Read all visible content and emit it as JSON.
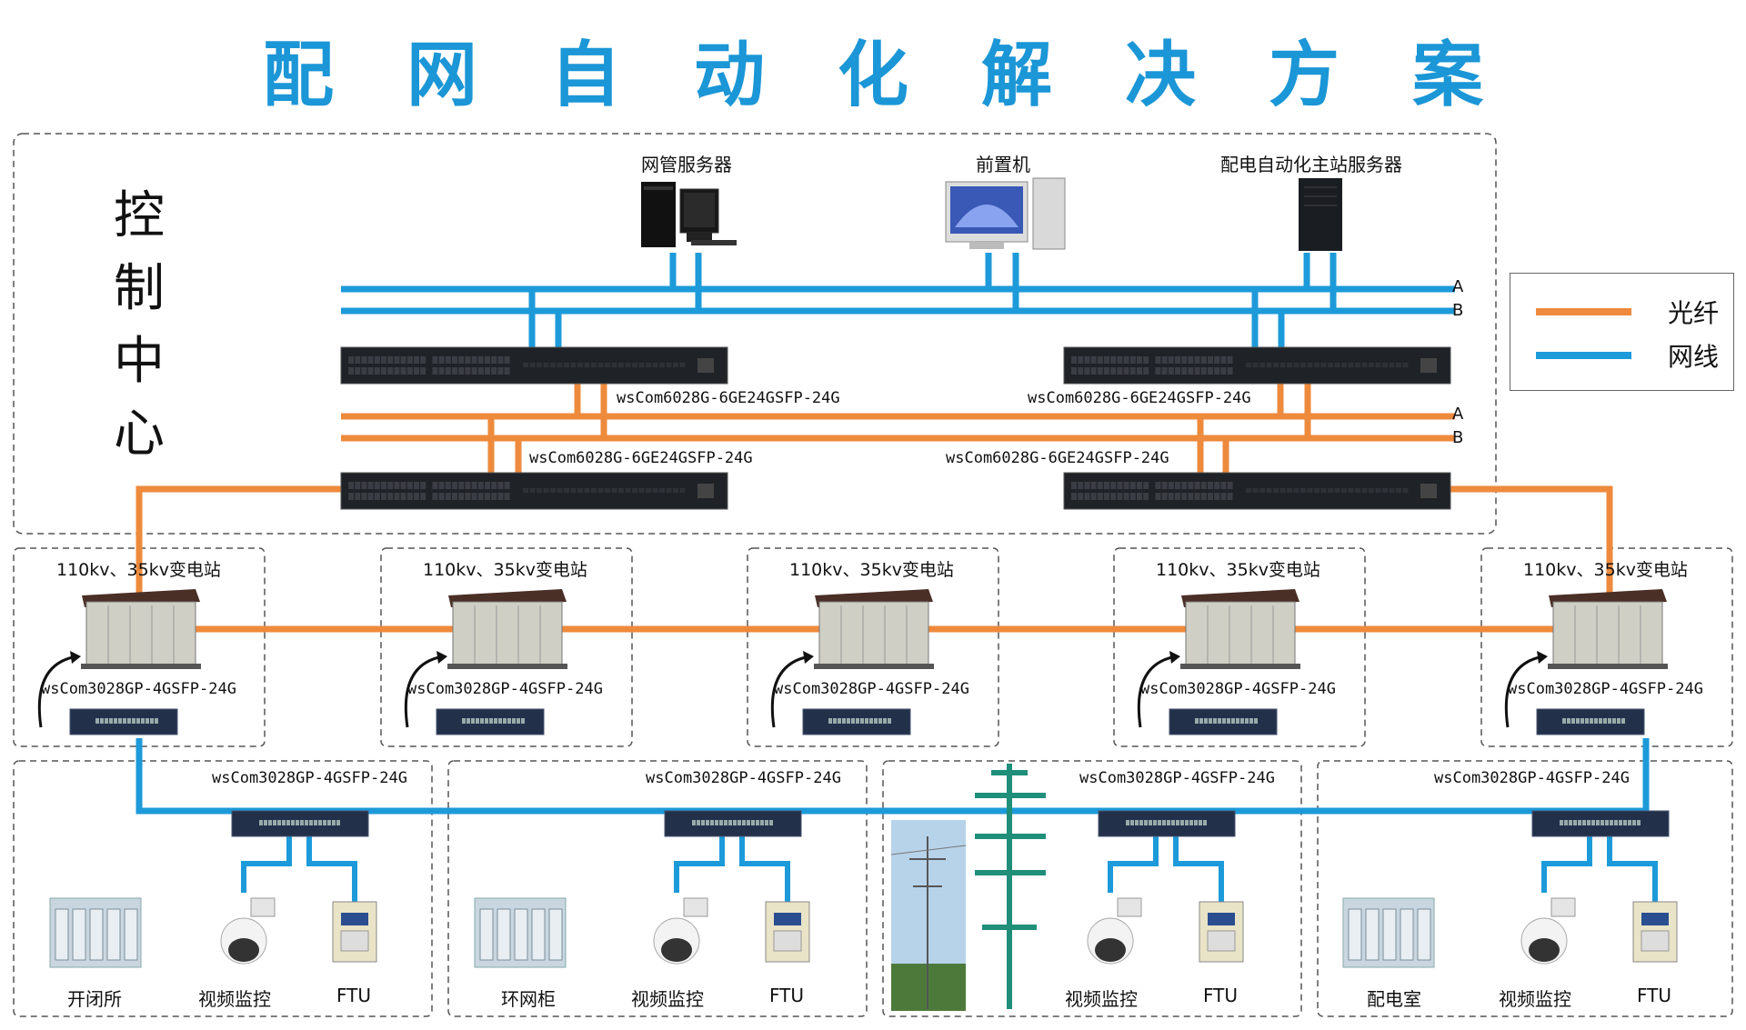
{
  "title": "配网自动化解决方案",
  "control_center": {
    "label": "控制中心",
    "servers": [
      {
        "label": "网管服务器"
      },
      {
        "label": "前置机"
      },
      {
        "label": "配电自动化主站服务器"
      }
    ],
    "ring_a": "A",
    "ring_b": "B",
    "fiber_ring_a": "A",
    "fiber_ring_b": "B",
    "core_switches": [
      {
        "model": "wsCom6028G-6GE24GSFP-24G"
      },
      {
        "model": "wsCom6028G-6GE24GSFP-24G"
      },
      {
        "model": "wsCom6028G-6GE24GSFP-24G"
      },
      {
        "model": "wsCom6028G-6GE24GSFP-24G"
      }
    ]
  },
  "legend": {
    "fiber_label": "光纤",
    "cable_label": "网线",
    "fiber_color": "#ee8a3c",
    "cable_color": "#1d9ad9"
  },
  "substations": [
    {
      "label": "110kv、35kv变电站",
      "switch": "wsCom3028GP-4GSFP-24G"
    },
    {
      "label": "110kv、35kv变电站",
      "switch": "wsCom3028GP-4GSFP-24G"
    },
    {
      "label": "110kv、35kv变电站",
      "switch": "wsCom3028GP-4GSFP-24G"
    },
    {
      "label": "110kv、35kv变电站",
      "switch": "wsCom3028GP-4GSFP-24G"
    },
    {
      "label": "110kv、35kv变电站",
      "switch": "wsCom3028GP-4GSFP-24G"
    }
  ],
  "field_sites": [
    {
      "switch": "wsCom3028GP-4GSFP-24G",
      "site": "开闭所",
      "camera": "视频监控",
      "ftu": "FTU"
    },
    {
      "switch": "wsCom3028GP-4GSFP-24G",
      "site": "环网柜",
      "camera": "视频监控",
      "ftu": "FTU"
    },
    {
      "switch": "wsCom3028GP-4GSFP-24G",
      "site": "",
      "camera": "视频监控",
      "ftu": "FTU"
    },
    {
      "switch": "wsCom3028GP-4GSFP-24G",
      "site": "配电室",
      "camera": "视频监控",
      "ftu": "FTU"
    }
  ]
}
